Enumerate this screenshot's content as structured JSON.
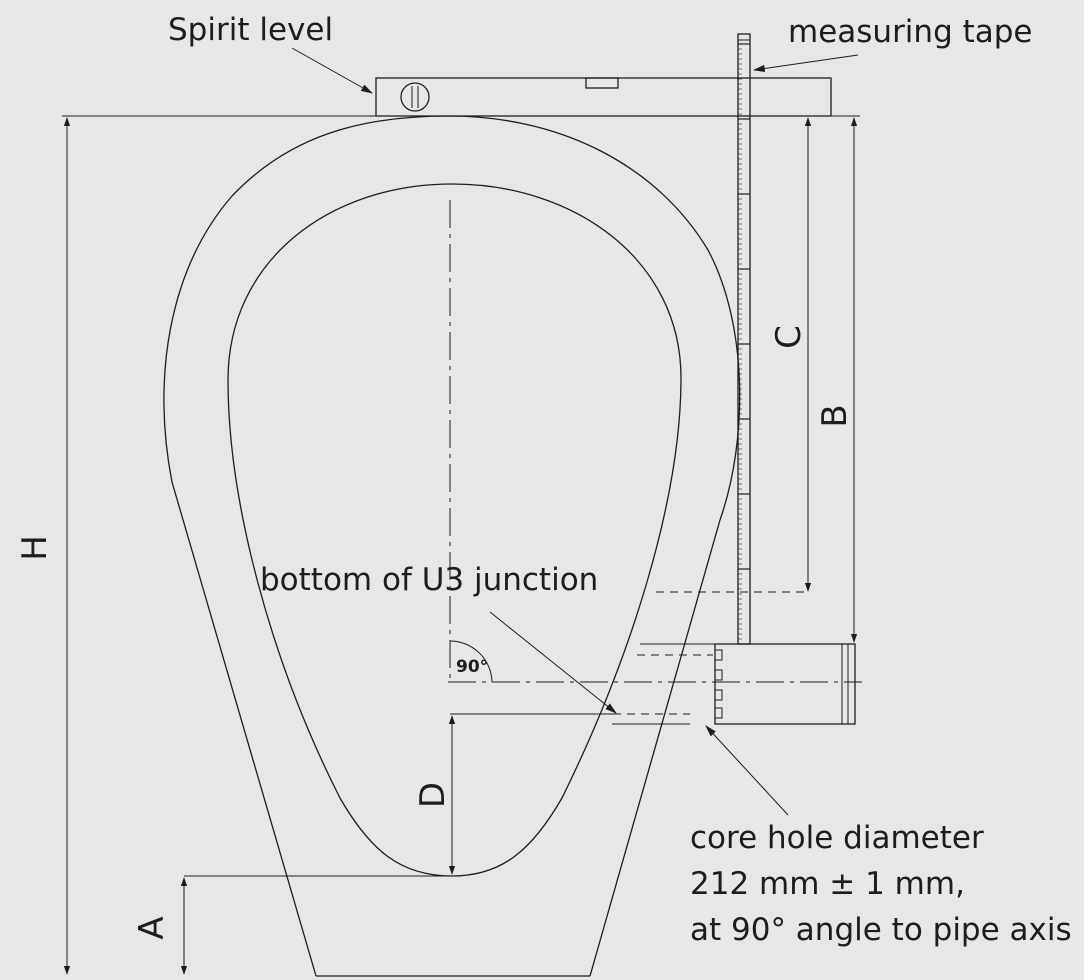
{
  "labels": {
    "spirit_level": "Spirit level",
    "measuring_tape": "measuring tape",
    "bottom_junction": "bottom of U3 junction",
    "core_hole_line1": "core hole diameter",
    "core_hole_line2": "212 mm ± 1 mm,",
    "core_hole_line3": "at 90° angle to pipe axis",
    "angle": "90°"
  },
  "dimensions": {
    "H": "H",
    "A": "A",
    "B": "B",
    "C": "C",
    "D": "D"
  },
  "colors": {
    "background": "#e7e7e8",
    "line": "#1d1d1b"
  }
}
